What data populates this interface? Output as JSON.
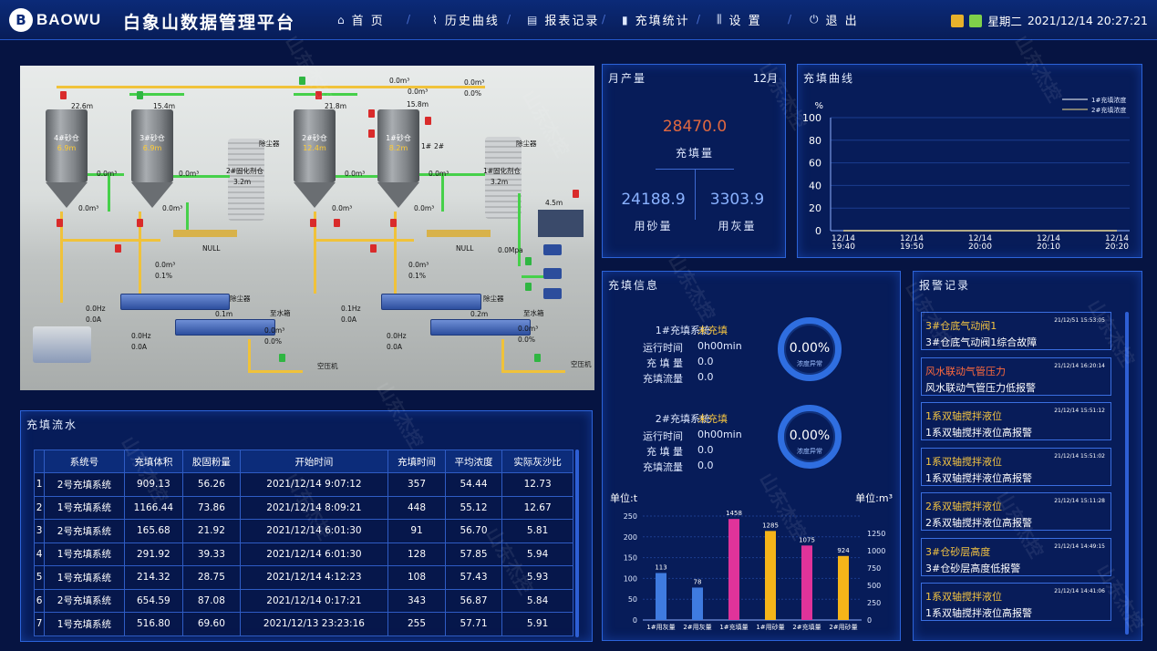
{
  "brand": {
    "logo_text": "BAOWU",
    "title": "白象山数据管理平台"
  },
  "nav": [
    {
      "icon": "home-icon",
      "glyph": "⌂",
      "label": "首 页"
    },
    {
      "icon": "line-chart-icon",
      "glyph": "⌇",
      "label": "历史曲线"
    },
    {
      "icon": "clipboard-icon",
      "glyph": "▤",
      "label": "报表记录"
    },
    {
      "icon": "bar-chart-icon",
      "glyph": "▮",
      "label": "充填统计"
    },
    {
      "icon": "settings-sliders-icon",
      "glyph": "⫼",
      "label": "设 置"
    },
    {
      "icon": "power-icon",
      "glyph": "⏻",
      "label": "退 出"
    }
  ],
  "clock": {
    "weekday": "星期二",
    "datetime": "2021/12/14 20:27:21"
  },
  "scada": {
    "silos": [
      {
        "name": "4#砂仓",
        "level": "6.9m",
        "top": "22.6m"
      },
      {
        "name": "3#砂仓",
        "level": "6.9m",
        "top": "15.4m"
      },
      {
        "name": "2#砂仓",
        "level": "12.4m",
        "top": "21.8m"
      },
      {
        "name": "1#砂仓",
        "level": "8.2m",
        "top": "15.8m"
      }
    ],
    "tanks": [
      {
        "name": "2#固化剂仓",
        "level": "3.2m",
        "dust": "除尘器"
      },
      {
        "name": "1#固化剂仓",
        "level": "3.2m",
        "dust": "除尘器"
      }
    ],
    "labels": {
      "flow_top1": "0.0m³",
      "flow_top2": "0.0m³",
      "pct_top": "0.0%",
      "m3_top3": "0.0m³",
      "mid_a": "0.0m³",
      "mid_b": "0.0m³",
      "mid_c": "0.0m³",
      "mid_d": "0.0m³",
      "low_a": "0.0m³",
      "low_b": "0.0m³",
      "low_c": "0.0m³",
      "low_d": "0.0m³",
      "null_left": "NULL",
      "null_right": "NULL",
      "mpa": "0.0Mpa",
      "tank_h": "4.5m",
      "sm1": "0.0m³",
      "sp1": "0.1%",
      "sm2": "0.0m³",
      "sp2": "0.1%",
      "dust_l": "除尘器",
      "dust_r": "除尘器",
      "hz1": "0.0Hz",
      "a1": "0.0A",
      "hz2": "0.0Hz",
      "a2": "0.0A",
      "hz3": "0.1Hz",
      "a3": "0.0A",
      "hz4": "0.0Hz",
      "a4": "0.0A",
      "m01": "0.1m",
      "m02": "0.2m",
      "water1": "至水箱",
      "water2": "至水箱",
      "wm1": "0.0m³",
      "wp1": "0.0%",
      "wm2": "0.0m³",
      "wp2": "0.0%",
      "air1": "空压机",
      "air2": "空压机",
      "v1": "1#",
      "v2": "2#"
    }
  },
  "monthly": {
    "title": "月产量",
    "month": "12月",
    "fill_value": "28470.0",
    "fill_label": "充填量",
    "sand_value": "24188.9",
    "sand_label": "用砂量",
    "ash_value": "3303.9",
    "ash_label": "用灰量"
  },
  "curve": {
    "title": "充填曲线",
    "chart_data": {
      "type": "line",
      "ylabel": "%",
      "ylim": [
        0,
        100
      ],
      "yticks": [
        0,
        20,
        40,
        60,
        80,
        100
      ],
      "x": [
        "12/14 19:40",
        "12/14 19:50",
        "12/14 20:00",
        "12/14 20:10",
        "12/14 20:20"
      ],
      "series": [
        {
          "name": "1#充填浓度",
          "values": [
            0,
            0,
            0,
            0,
            0
          ],
          "color": "#ffffff"
        },
        {
          "name": "2#充填浓度",
          "values": [
            0,
            0,
            0,
            0,
            0
          ],
          "color": "#f5e08a"
        }
      ]
    }
  },
  "fill_info": {
    "title": "充填信息",
    "systems": [
      {
        "name": "1#充填系统",
        "status": "未充填",
        "run_label": "运行时间",
        "run": "0h00min",
        "vol_label": "充 填 量",
        "vol": "0.0",
        "flow_label": "充填流量",
        "flow": "0.0",
        "ring_value": "0.00%",
        "ring_sub": "浓度异常"
      },
      {
        "name": "2#充填系统",
        "status": "未充填",
        "run_label": "运行时间",
        "run": "0h00min",
        "vol_label": "充 填 量",
        "vol": "0.0",
        "flow_label": "充填流量",
        "flow": "0.0",
        "ring_value": "0.00%",
        "ring_sub": "浓度异常"
      }
    ],
    "chart_data": {
      "type": "bar",
      "ylabel_left": "单位:t",
      "ylabel_right": "单位:m³",
      "ylim_left": [
        0,
        250
      ],
      "yticks_left": [
        0,
        50,
        100,
        150,
        200,
        250
      ],
      "ylim_right": [
        0,
        1500
      ],
      "yticks_right": [
        0,
        250,
        500,
        750,
        1000,
        1250
      ],
      "categories": [
        "1#用灰量",
        "2#用灰量",
        "1#充填量",
        "1#用砂量",
        "2#充填量",
        "2#用砂量"
      ],
      "values": [
        113,
        78,
        1458,
        1285,
        1075,
        924
      ],
      "axis": [
        "left",
        "left",
        "right",
        "right",
        "right",
        "right"
      ],
      "colors": [
        "#3f7be0",
        "#3f7be0",
        "#e0339a",
        "#f5b419",
        "#e0339a",
        "#f5b419"
      ]
    }
  },
  "flow_table": {
    "title": "充填流水",
    "columns": [
      "",
      "系统号",
      "充填体积",
      "胶固粉量",
      "开始时间",
      "充填时间",
      "平均浓度",
      "实际灰沙比"
    ],
    "rows": [
      [
        "1",
        "2号充填系统",
        "909.13",
        "56.26",
        "2021/12/14 9:07:12",
        "357",
        "54.44",
        "12.73"
      ],
      [
        "2",
        "1号充填系统",
        "1166.44",
        "73.86",
        "2021/12/14 8:09:21",
        "448",
        "55.12",
        "12.67"
      ],
      [
        "3",
        "2号充填系统",
        "165.68",
        "21.92",
        "2021/12/14 6:01:30",
        "91",
        "56.70",
        "5.81"
      ],
      [
        "4",
        "1号充填系统",
        "291.92",
        "39.33",
        "2021/12/14 6:01:30",
        "128",
        "57.85",
        "5.94"
      ],
      [
        "5",
        "1号充填系统",
        "214.32",
        "28.75",
        "2021/12/14 4:12:23",
        "108",
        "57.43",
        "5.93"
      ],
      [
        "6",
        "2号充填系统",
        "654.59",
        "87.08",
        "2021/12/14 0:17:21",
        "343",
        "56.87",
        "5.84"
      ],
      [
        "7",
        "1号充填系统",
        "516.80",
        "69.60",
        "2021/12/13 23:23:16",
        "255",
        "57.71",
        "5.91"
      ]
    ]
  },
  "alarms": {
    "title": "报警记录",
    "items": [
      {
        "title": "3#仓底气动阀1",
        "time": "21/12/51 15:53:05",
        "desc": "3#仓底气动阀1综合故障",
        "color": "yellow"
      },
      {
        "title": "风水联动气管压力",
        "time": "21/12/14 16:20:14",
        "desc": "风水联动气管压力低报警",
        "color": "red"
      },
      {
        "title": "1系双轴搅拌液位",
        "time": "21/12/14 15:51:12",
        "desc": "1系双轴搅拌液位高报警",
        "color": "yellow"
      },
      {
        "title": "1系双轴搅拌液位",
        "time": "21/12/14 15:51:02",
        "desc": "1系双轴搅拌液位高报警",
        "color": "yellow"
      },
      {
        "title": "2系双轴搅拌液位",
        "time": "21/12/14 15:11:28",
        "desc": "2系双轴搅拌液位高报警",
        "color": "yellow"
      },
      {
        "title": "3#仓砂层高度",
        "time": "21/12/14 14:49:15",
        "desc": "3#仓砂层高度低报警",
        "color": "yellow"
      },
      {
        "title": "1系双轴搅拌液位",
        "time": "21/12/14 14:41:06",
        "desc": "1系双轴搅拌液位高报警",
        "color": "yellow"
      }
    ]
  },
  "watermark": "山东杰控"
}
